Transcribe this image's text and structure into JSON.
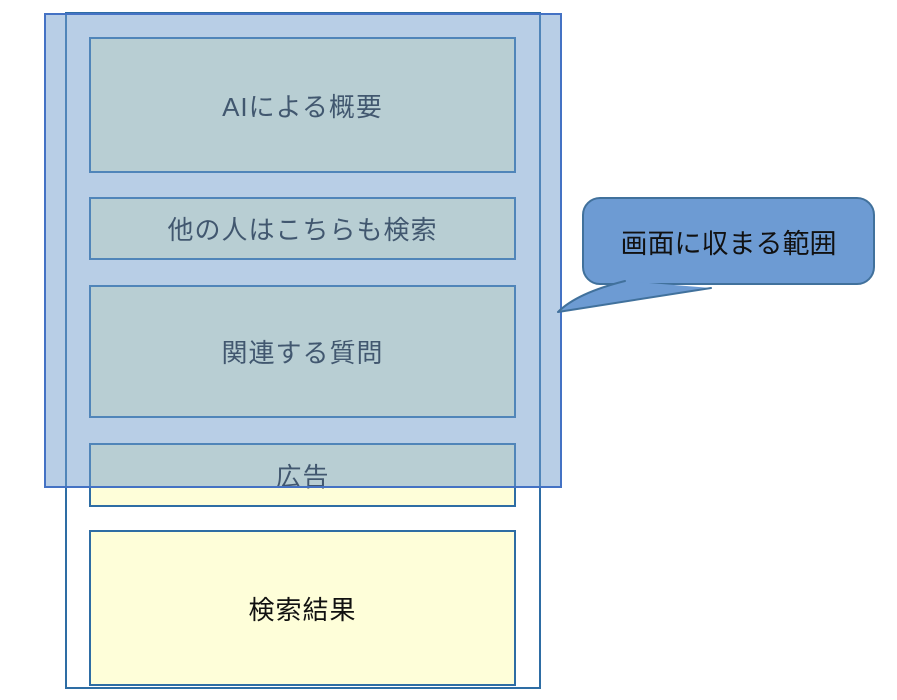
{
  "colors": {
    "outer_fill": "#FFFFFF",
    "outer_border": "#2E6DA4",
    "section_fill": "#FEFED9",
    "section_border": "#2E6DA4",
    "overlay_fill": "rgba(113,157,205,0.5)",
    "overlay_border": "#4472C4",
    "callout_fill": "#6D9BD3",
    "callout_border": "#41719C",
    "label_text": "#111111"
  },
  "serp": {
    "sections": [
      {
        "id": "ai-overview",
        "label": "AIによる概要"
      },
      {
        "id": "people-also-search",
        "label": "他の人はこちらも検索"
      },
      {
        "id": "related-questions",
        "label": "関連する質問"
      },
      {
        "id": "ads",
        "label": "広告"
      },
      {
        "id": "search-results",
        "label": "検索結果"
      }
    ]
  },
  "callout": {
    "label": "画面に収まる範囲"
  }
}
